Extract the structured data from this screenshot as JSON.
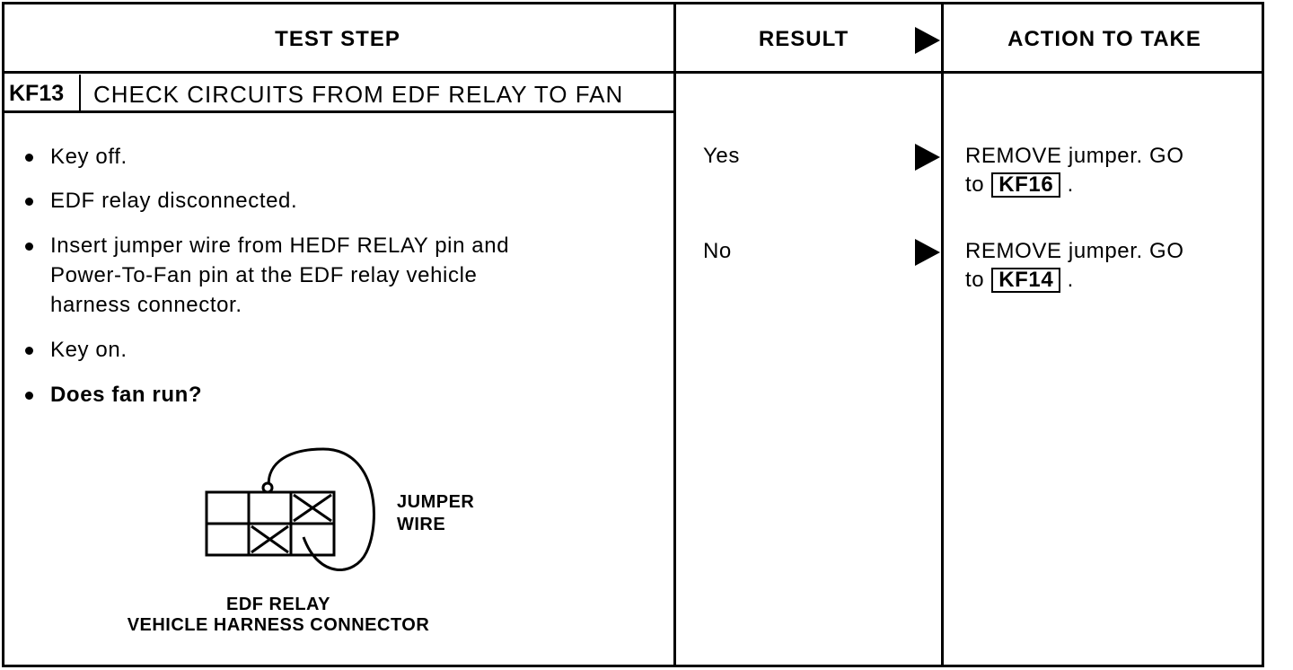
{
  "header": {
    "test_step": "TEST STEP",
    "result": "RESULT",
    "action": "ACTION TO TAKE"
  },
  "step": {
    "code": "KF13",
    "title": "CHECK CIRCUITS FROM EDF RELAY TO FAN"
  },
  "instructions": [
    {
      "text": "Key off."
    },
    {
      "text": "EDF relay disconnected."
    },
    {
      "lines": [
        "Insert jumper wire from HEDF RELAY pin and",
        "Power-To-Fan pin at the EDF relay vehicle",
        "harness connector."
      ]
    },
    {
      "text": "Key on."
    },
    {
      "text": "Does fan run?"
    }
  ],
  "diagram": {
    "jumper_label": [
      "JUMPER",
      "WIRE"
    ],
    "caption": [
      "EDF RELAY",
      "VEHICLE HARNESS CONNECTOR"
    ]
  },
  "results": [
    {
      "result": "Yes",
      "action_line1": "REMOVE jumper. GO",
      "action_prefix": "to",
      "ref": "KF16",
      "suffix": "."
    },
    {
      "result": "No",
      "action_line1": "REMOVE jumper. GO",
      "action_prefix": "to",
      "ref": "KF14",
      "suffix": "."
    }
  ]
}
